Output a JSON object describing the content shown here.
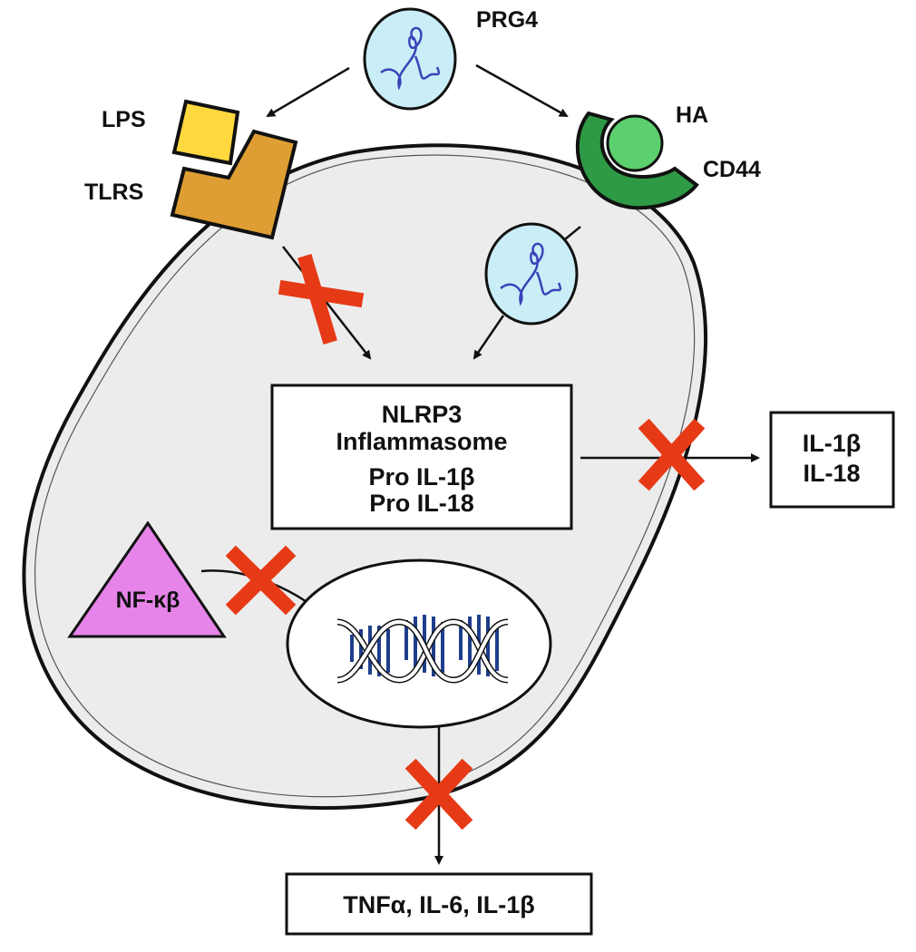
{
  "labels": {
    "prg4": "PRG4",
    "lps": "LPS",
    "tlrs": "TLRS",
    "ha": "HA",
    "cd44": "CD44",
    "nfkb": "NF-κβ"
  },
  "nlrp3_box": {
    "line1": "NLRP3",
    "line2": "Inflammasome",
    "line3": "Pro IL-1β",
    "line4": "Pro IL-18"
  },
  "secreted_box": {
    "line1": "IL-1β",
    "line2": "IL-18"
  },
  "cytokines_box": {
    "text": "TNFα, IL-6, IL-1β"
  },
  "colors": {
    "cell_fill": "#ececec",
    "prg4_fill": "#c9eef7",
    "prg4_strand": "#3a43b8",
    "lps": "#ffd83f",
    "tlrs": "#de9e33",
    "ha": "#5ccf6e",
    "cd44": "#2e9a45",
    "nfkb": "#e684e9",
    "dna": "#1e3e8c",
    "block_x": "#e63a17"
  }
}
